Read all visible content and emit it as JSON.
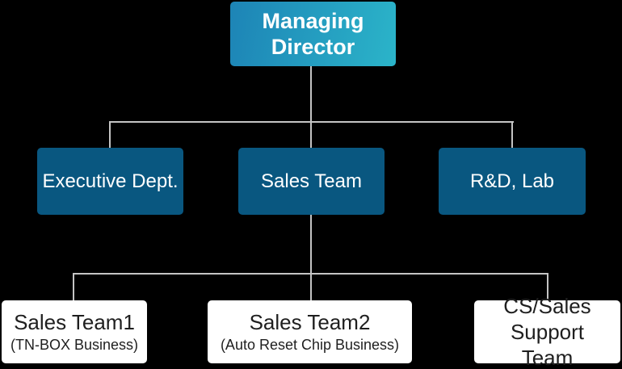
{
  "org_chart": {
    "type": "organization-chart",
    "root": {
      "label": "Managing Director"
    },
    "level2": [
      {
        "label": "Executive Dept."
      },
      {
        "label": "Sales Team"
      },
      {
        "label": "R&D, Lab"
      }
    ],
    "level3": [
      {
        "label": "Sales Team1",
        "sublabel": "(TN-BOX Business)",
        "parent": "Sales Team"
      },
      {
        "label": "Sales Team2",
        "sublabel": "(Auto Reset Chip Business)",
        "parent": "Sales Team"
      },
      {
        "label": "CS/Sales Support Team",
        "sublabel": "",
        "parent": "Sales Team"
      }
    ]
  },
  "colors": {
    "background": "#000000",
    "root_gradient_start": "#1d84b6",
    "root_gradient_end": "#2bb4c9",
    "dept_box": "#095780",
    "leaf_box": "#ffffff",
    "root_text": "#ffffff",
    "dept_text": "#ffffff",
    "leaf_text": "#1f1f1f",
    "connector_line": "#c4c4c4"
  }
}
